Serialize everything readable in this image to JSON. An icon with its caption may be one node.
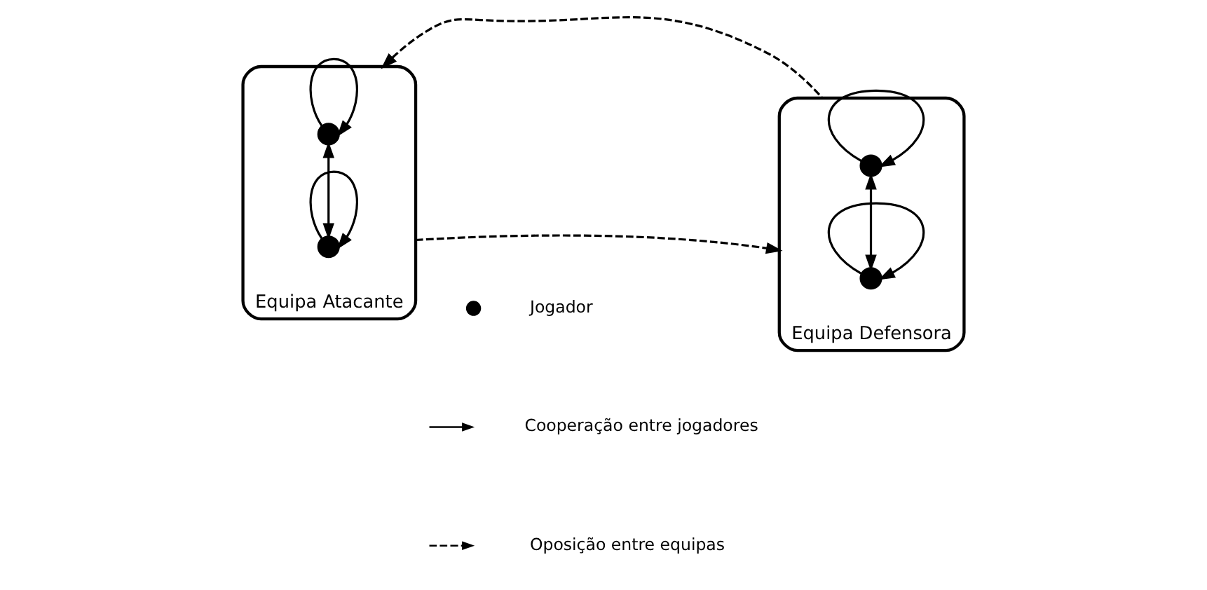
{
  "diagram": {
    "nodes": [
      {
        "text": [
          "Equipa Atacante"
        ]
      },
      {
        "text": [],
        "shape": "circle",
        "in": 0
      },
      {
        "text": [],
        "shape": "circle",
        "in": 0
      },
      {
        "text": [
          "Equipa Defensora"
        ]
      },
      {
        "text": [],
        "shape": "circle",
        "in": 3
      },
      {
        "text": [],
        "shape": "circle",
        "in": 3
      }
    ],
    "edges": [
      {
        "from": 1,
        "to": 2,
        "arrow": "both"
      },
      {
        "from": 1,
        "to": 1,
        "arrow": "to"
      },
      {
        "from": 2,
        "to": 2,
        "arrow": "to"
      },
      {
        "from": 4,
        "to": 5,
        "arrow": "both"
      },
      {
        "from": 4,
        "to": 4,
        "arrow": "to"
      },
      {
        "from": 5,
        "to": 5,
        "arrow": "to"
      },
      {
        "from": 3,
        "to": 0,
        "arrow": "to",
        "style": "dashed"
      },
      {
        "from": 0,
        "to": 3,
        "arrow": "to",
        "style": "dashed"
      }
    ],
    "legend": [
      {
        "text": "Jogador"
      },
      {
        "text": "Cooperação entre jogadores"
      },
      {
        "text": "Oposição entre equipas"
      }
    ]
  }
}
